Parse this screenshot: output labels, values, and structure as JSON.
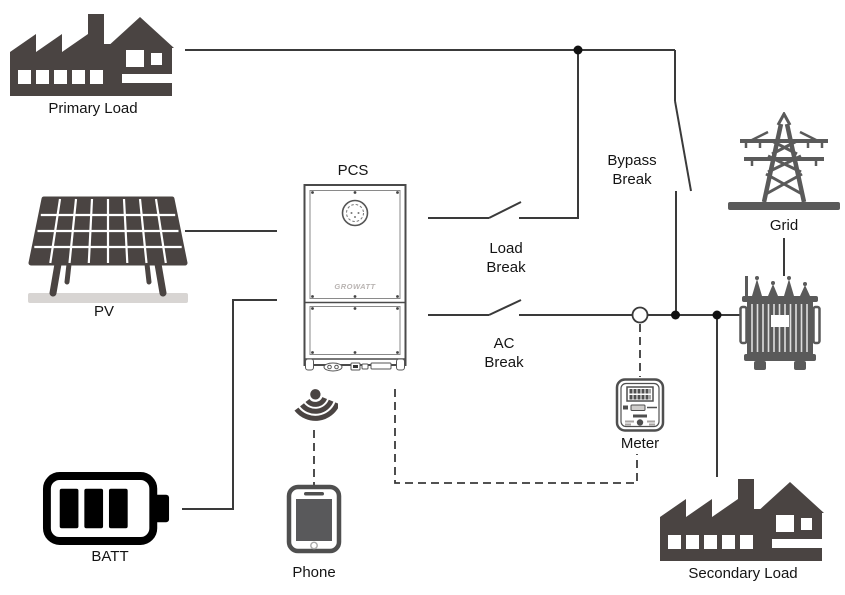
{
  "colors": {
    "background": "#ffffff",
    "line": "#3a3a3a",
    "text": "#141414",
    "icon": "#4a4442",
    "icon2": "#5a5a5a",
    "icon3": "#4f4f4f",
    "pv_base": "#d8d5d3",
    "logo": "#b9b4b2"
  },
  "nodes": {
    "primary_load": {
      "label": "Primary Load",
      "icon": "factory-building-icon"
    },
    "pv": {
      "label": "PV",
      "icon": "solar-panel-icon"
    },
    "batt": {
      "label": "BATT",
      "icon": "battery-icon"
    },
    "pcs": {
      "label": "PCS",
      "brand": "GROWATT",
      "icon": "inverter-unit-icon"
    },
    "wifi": {
      "icon": "wifi-signal-icon"
    },
    "phone": {
      "label": "Phone",
      "icon": "smartphone-icon"
    },
    "grid": {
      "label": "Grid",
      "icon": "transmission-tower-icon"
    },
    "transformer": {
      "icon": "transformer-icon"
    },
    "meter": {
      "label": "Meter",
      "icon": "energy-meter-icon"
    },
    "secondary_load": {
      "label": "Secondary Load",
      "icon": "factory-building-icon"
    }
  },
  "breakers": {
    "bypass": {
      "line1": "Bypass",
      "line2": "Break"
    },
    "load": {
      "line1": "Load",
      "line2": "Break"
    },
    "ac": {
      "line1": "AC",
      "line2": "Break"
    }
  }
}
